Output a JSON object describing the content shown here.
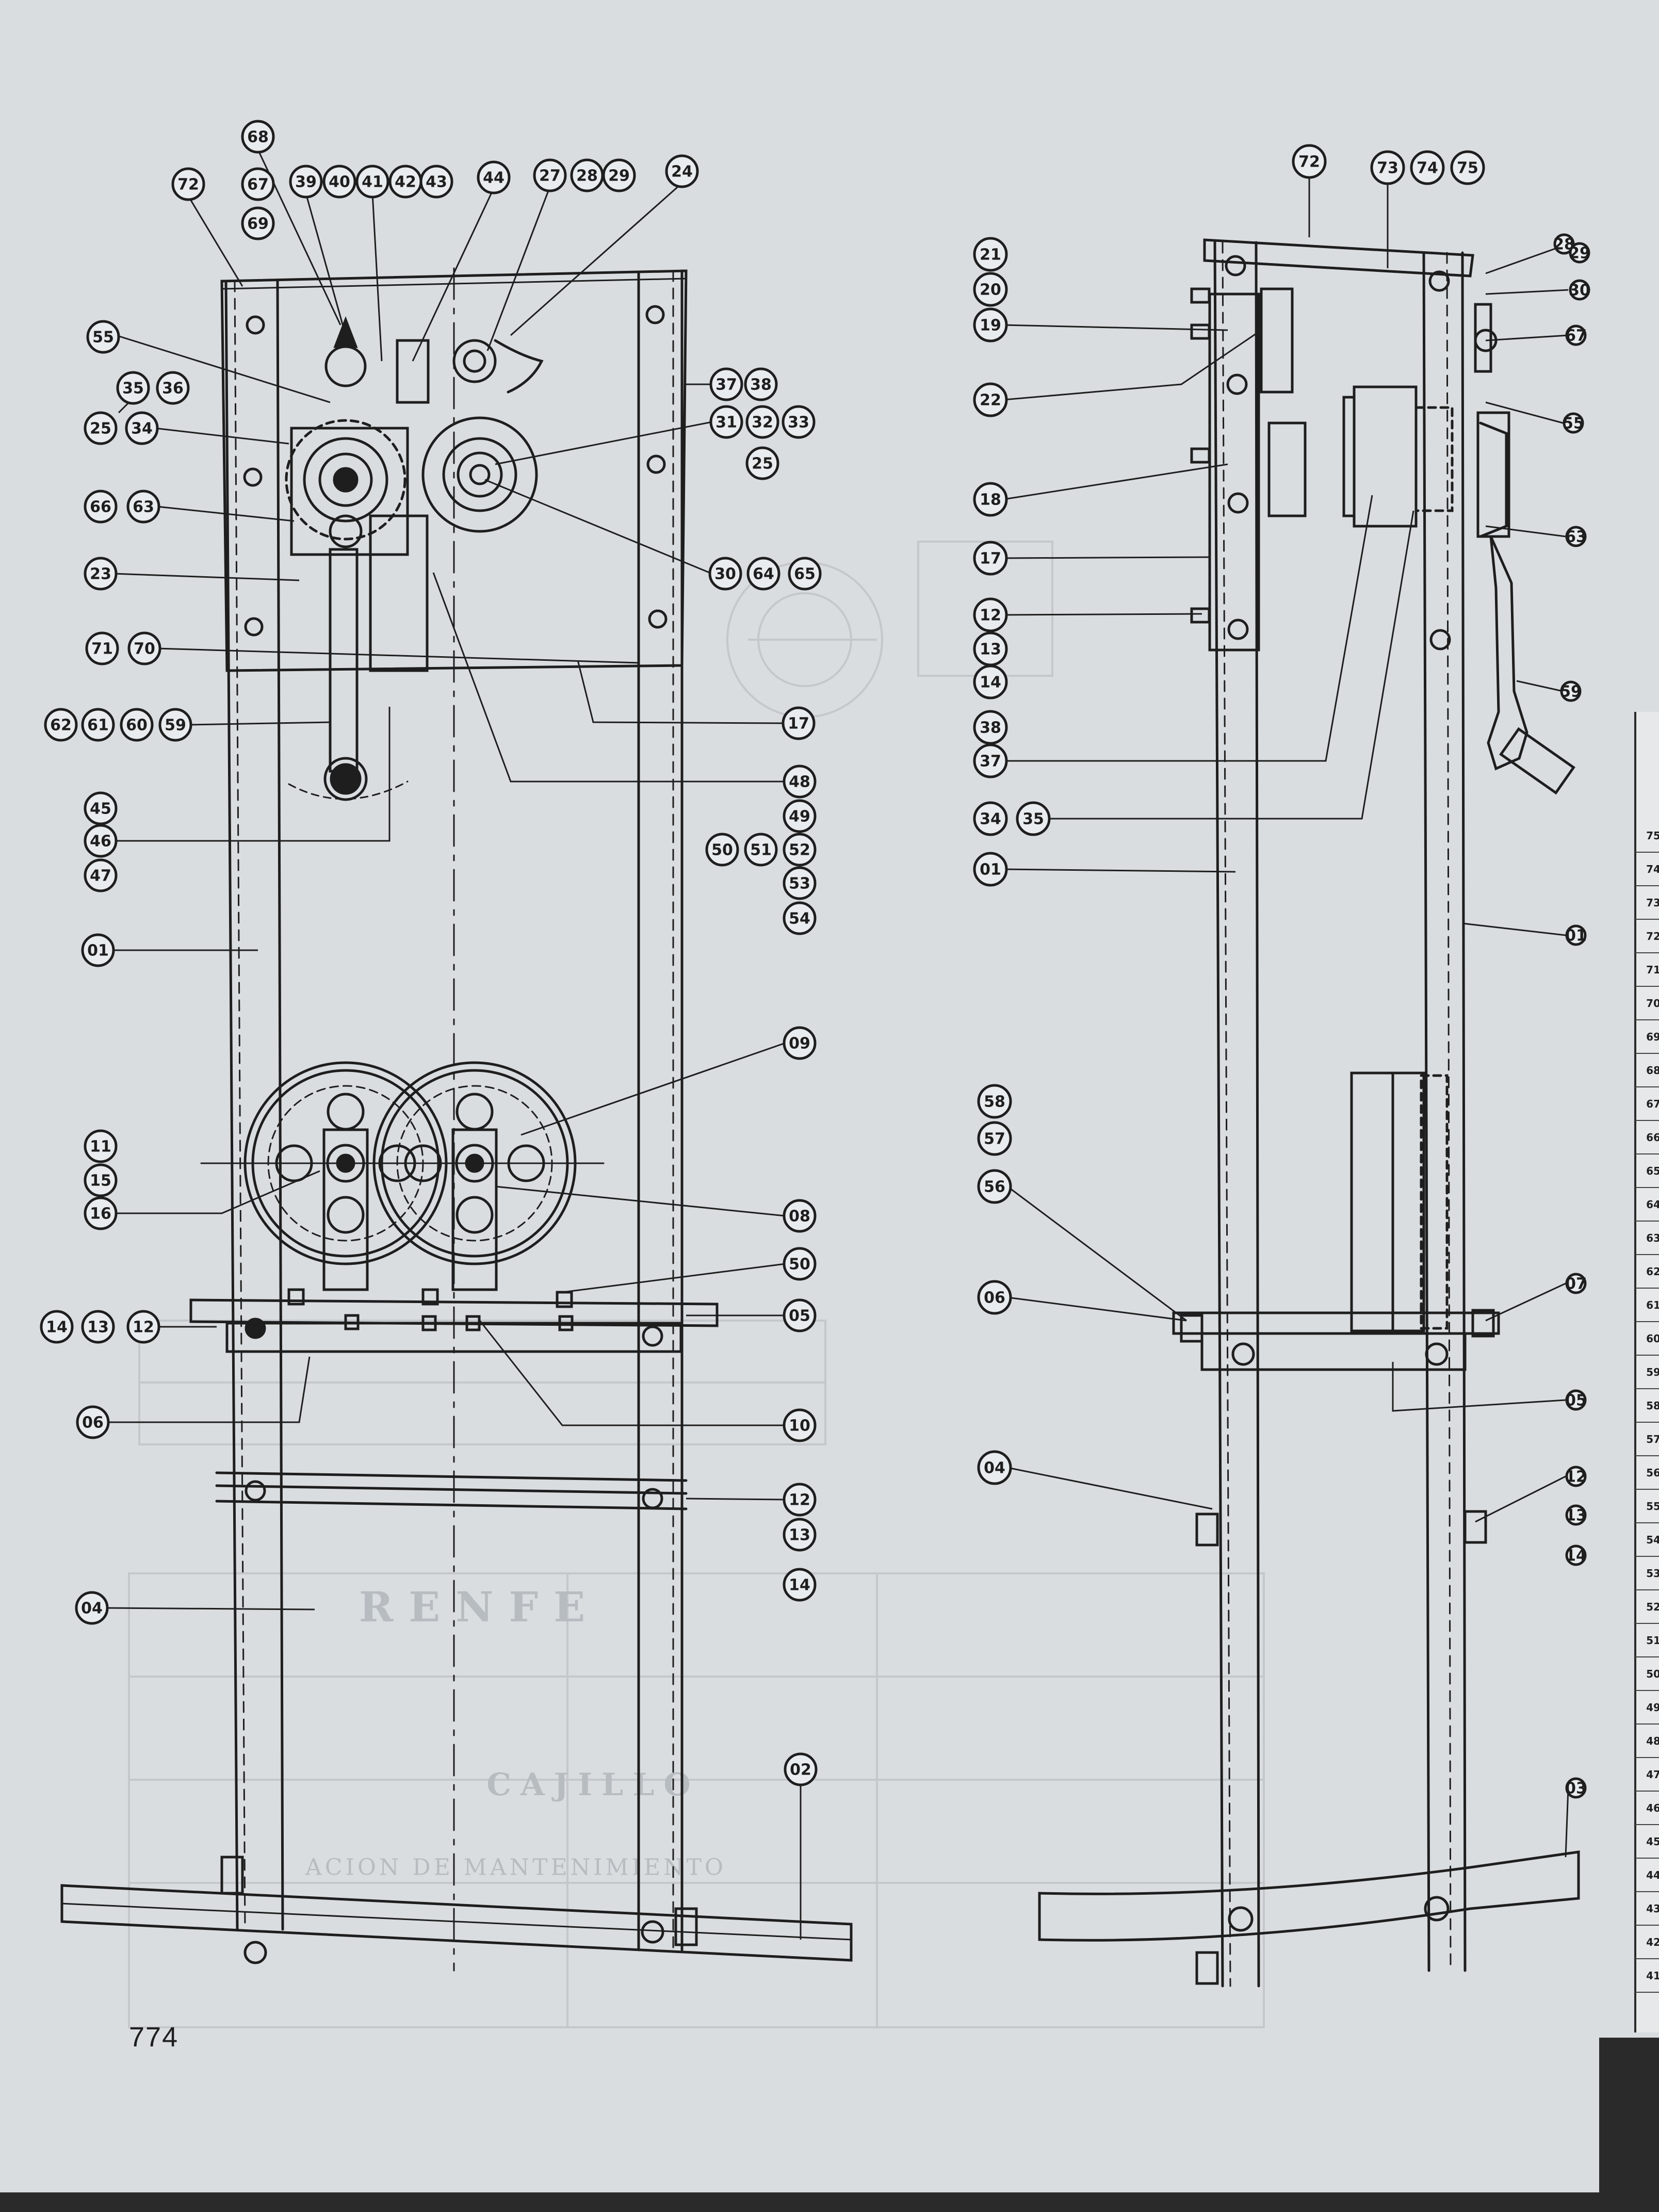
{
  "page": {
    "number": "774"
  },
  "colors": {
    "paper": "#d9dde0",
    "ink": "#1e1e1e",
    "ghost": "#b7bcc1",
    "right_page": "#e6e8e9"
  },
  "bleed_text": {
    "title": "RENFE",
    "subtitle": "CAJILLO",
    "note": "ACION DE MANTENIMIENTO"
  },
  "front_view_labels": [
    "72",
    "68",
    "67",
    "69",
    "39",
    "40",
    "41",
    "42",
    "43",
    "44",
    "27",
    "28",
    "29",
    "24",
    "55",
    "35",
    "36",
    "25",
    "34",
    "37",
    "38",
    "31",
    "32",
    "33",
    "25",
    "66",
    "63",
    "30",
    "64",
    "65",
    "23",
    "71",
    "70",
    "17",
    "62",
    "61",
    "60",
    "59",
    "48",
    "45",
    "46",
    "47",
    "49",
    "50",
    "51",
    "52",
    "53",
    "54",
    "01",
    "09",
    "11",
    "15",
    "16",
    "08",
    "50",
    "14",
    "13",
    "12",
    "05",
    "06",
    "10",
    "12",
    "13",
    "14",
    "04",
    "02"
  ],
  "side_view_labels": [
    "72",
    "73",
    "74",
    "75",
    "21",
    "20",
    "19",
    "22",
    "18",
    "17",
    "12",
    "13",
    "14",
    "38",
    "37",
    "34",
    "35",
    "01",
    "58",
    "57",
    "56",
    "06",
    "04"
  ],
  "side_view_small_labels": [
    "28",
    "29",
    "30",
    "67",
    "55",
    "63",
    "59",
    "01",
    "07",
    "05",
    "12",
    "13",
    "14",
    "03"
  ],
  "right_page_row_labels": [
    "75",
    "74",
    "73",
    "72",
    "71",
    "70",
    "69",
    "68",
    "67",
    "66",
    "65",
    "64",
    "63",
    "62",
    "61",
    "60",
    "59",
    "58",
    "57",
    "56",
    "55",
    "54",
    "53",
    "52",
    "51",
    "50",
    "49",
    "48",
    "47",
    "46",
    "45",
    "44",
    "43",
    "42",
    "41"
  ]
}
